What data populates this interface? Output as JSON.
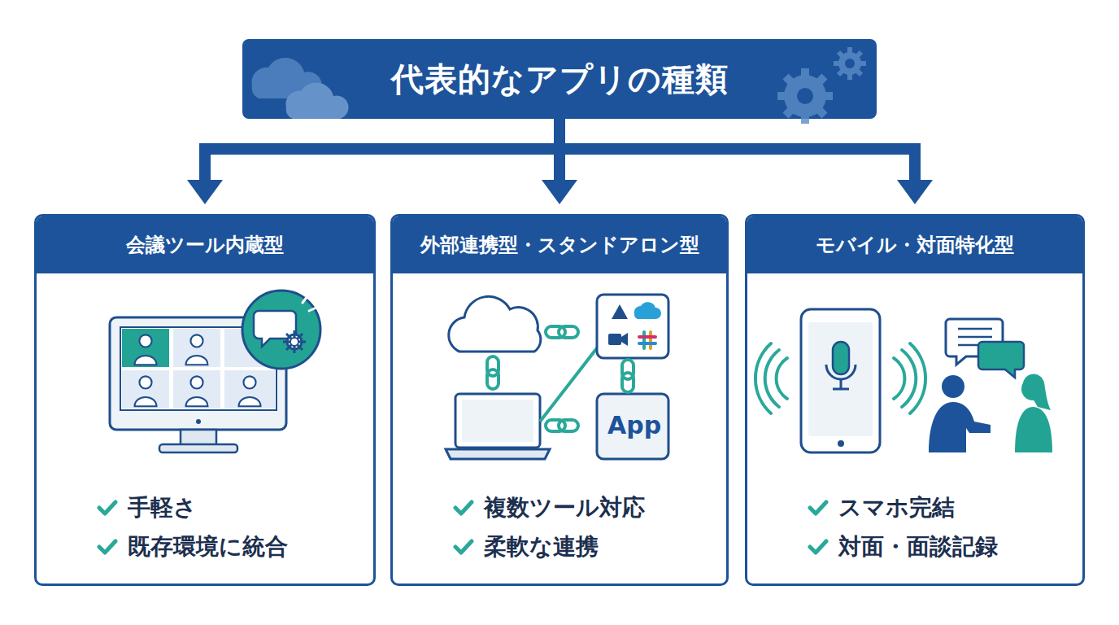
{
  "diagram": {
    "nodes": [
      {
        "text": [
          "代表的なアプリの種類"
        ]
      },
      {
        "text": [
          "会議ツール内蔵型",
          "手軽さ",
          "既存環境に統合"
        ]
      },
      {
        "text": [
          "外部連携型・スタンドアロン型",
          "複数ツール対応",
          "柔軟な連携"
        ]
      },
      {
        "text": [
          "モバイル・対面特化型",
          "スマホ完結",
          "対面・面談記録"
        ]
      }
    ],
    "edges": [
      {
        "from": 0,
        "to": 1,
        "arrow": "to"
      },
      {
        "from": 0,
        "to": 2,
        "arrow": "to"
      },
      {
        "from": 0,
        "to": 3,
        "arrow": "to"
      }
    ],
    "labels": [
      "App"
    ]
  }
}
